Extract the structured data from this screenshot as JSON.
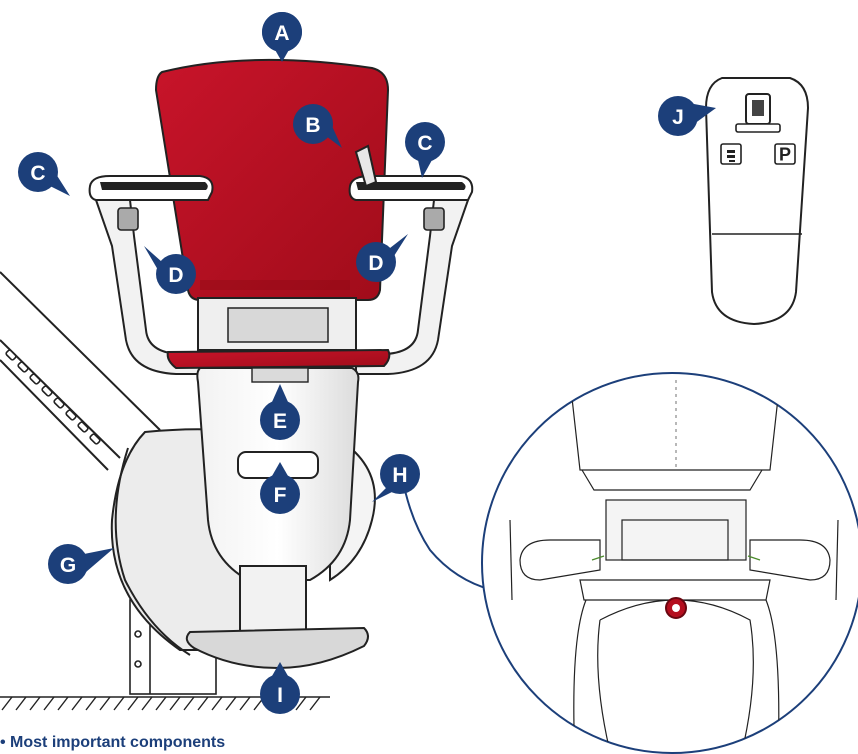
{
  "caption": "• Most important components",
  "markers": [
    {
      "id": "marker-a",
      "label": "A",
      "target": "seat-backrest"
    },
    {
      "id": "marker-b",
      "label": "B",
      "target": "swivel-lever"
    },
    {
      "id": "marker-c-left",
      "label": "C",
      "target": "left-armrest"
    },
    {
      "id": "marker-c-right",
      "label": "C",
      "target": "right-armrest"
    },
    {
      "id": "marker-d-left",
      "label": "D",
      "target": "left-armrest-control"
    },
    {
      "id": "marker-d-right",
      "label": "D",
      "target": "right-armrest-control"
    },
    {
      "id": "marker-e",
      "label": "E",
      "target": "seat-frame"
    },
    {
      "id": "marker-f",
      "label": "F",
      "target": "body-handle"
    },
    {
      "id": "marker-g",
      "label": "G",
      "target": "motor-cover"
    },
    {
      "id": "marker-h",
      "label": "H",
      "target": "rear-cover"
    },
    {
      "id": "marker-i",
      "label": "I",
      "target": "footrest"
    },
    {
      "id": "marker-j",
      "label": "J",
      "target": "remote-control"
    }
  ],
  "remote": {
    "button_left": "icon",
    "button_right": "P"
  },
  "colors": {
    "marker": "#1c3f7a",
    "seat": "#b50e1e",
    "seat_dark": "#8c0a15",
    "outline": "#222222",
    "callout_line": "#1c3f7a"
  }
}
